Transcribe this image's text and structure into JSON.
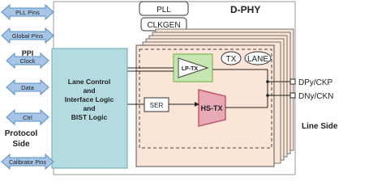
{
  "title": "D-PHY",
  "left_side": {
    "top_pins": [
      "PLL Pins",
      "Global Pins"
    ],
    "ppi_label": "PPI",
    "ppi_signals": [
      "Clock",
      "Data",
      "Ctrl"
    ],
    "side_label_line1": "Protocol",
    "side_label_line2": "Side",
    "bottom_pin": "Calibrator Pins"
  },
  "top_blocks": [
    "PLL",
    "CLKGEN"
  ],
  "lane_control": [
    "Lane Control",
    "and",
    "Interface Logic",
    "and",
    "BIST Logic"
  ],
  "lane": {
    "tx_label": "TX",
    "lane_label": "LANE",
    "lp_tx": "LP-TX",
    "ser": "SER",
    "hs_tx": "HS-TX"
  },
  "outputs": [
    "DPy/CKP",
    "DNy/CKN"
  ],
  "right_label": "Line Side",
  "colors": {
    "arrow_blue": "#a7c5e6",
    "arrow_blue_edge": "#5a8ec7",
    "lane_control": "#b3dbe0",
    "lane_stack": "#fbe5d6",
    "lp_tx_fill": "#c7e7b0",
    "lp_tx_edge": "#8cc16a",
    "hs_tx_fill": "#e8a8b6",
    "hs_tx_edge": "#c05a70"
  }
}
